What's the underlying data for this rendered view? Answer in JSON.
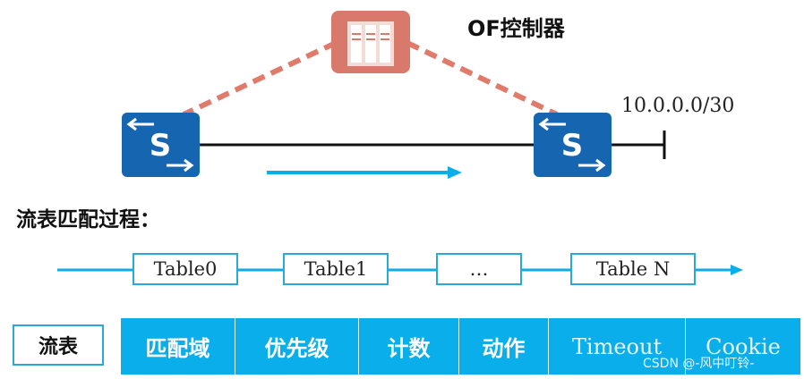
{
  "controller": {
    "label": "OF控制器",
    "icon": "server-icon",
    "color": "#d9796c"
  },
  "switches": [
    {
      "label": "S",
      "icon": "switch-icon"
    },
    {
      "label": "S",
      "icon": "switch-icon"
    }
  ],
  "network": {
    "label": "10.0.0.0/30"
  },
  "process": {
    "title": "流表匹配过程：",
    "tables": [
      "Table0",
      "Table1",
      "…",
      "Table N"
    ]
  },
  "flow_table": {
    "label": "流表",
    "fields": [
      "匹配域",
      "优先级",
      "计数",
      "动作",
      "Timeout",
      "Cookie"
    ]
  },
  "watermark": "CSDN @-风中叮铃-",
  "colors": {
    "accent": "#0aaeea",
    "switch": "#1565b0",
    "controller": "#d9796c",
    "dashed_link": "#e07a6a"
  }
}
